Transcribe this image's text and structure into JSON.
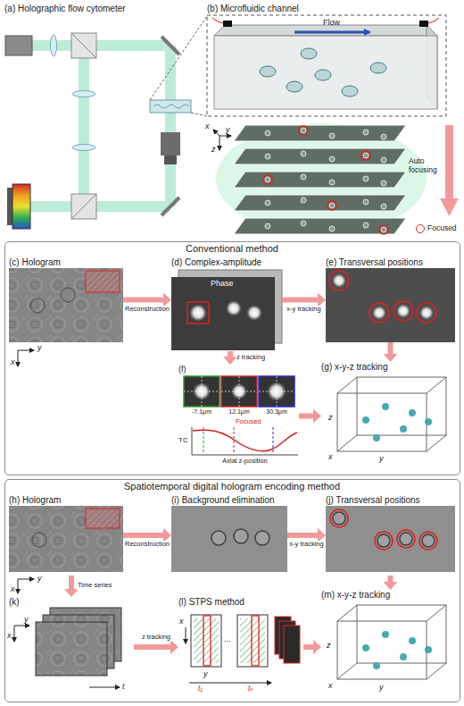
{
  "diagram": {
    "nodes": [
      {
        "text": [
          "(a) Holographic flow cytometer"
        ]
      },
      {
        "text": [
          "(b) Microfluidic channel"
        ]
      },
      {
        "text": [
          "Conventional method"
        ]
      },
      {
        "text": [
          "(c) Hologram"
        ],
        "in": 2
      },
      {
        "text": [
          "(d) Complex-amplitude",
          "Phase"
        ],
        "in": 2
      },
      {
        "text": [
          "(e) Transversal positions"
        ],
        "in": 2
      },
      {
        "text": [
          "(f)",
          "-7.1μm",
          "12.1μm",
          "30.3μm",
          "TC",
          "Focused",
          "Axial z-position"
        ],
        "in": 2
      },
      {
        "text": [
          "(g) x-y-z tracking"
        ],
        "in": 2
      },
      {
        "text": [
          "Spatiotemporal digital hologram encoding method"
        ]
      },
      {
        "text": [
          "(h) Hologram"
        ],
        "in": 8
      },
      {
        "text": [
          "(i) Background elimination"
        ],
        "in": 8
      },
      {
        "text": [
          "(j) Transversal positions"
        ],
        "in": 8
      },
      {
        "text": [
          "(k)"
        ],
        "in": 8
      },
      {
        "text": [
          "(l) STPS method"
        ],
        "in": 8
      },
      {
        "text": [
          "(m) x-y-z tracking"
        ],
        "in": 8
      }
    ],
    "edges": [
      {
        "from": 3,
        "to": 4,
        "label": "Reconstruction",
        "arrow": "to"
      },
      {
        "from": 4,
        "to": 5,
        "label": "x-y tracking",
        "arrow": "to"
      },
      {
        "from": 4,
        "to": 6,
        "label": "z tracking",
        "arrow": "to"
      },
      {
        "from": 5,
        "to": 7,
        "arrow": "to"
      },
      {
        "from": 6,
        "to": 7,
        "arrow": "to"
      },
      {
        "from": 9,
        "to": 10,
        "label": "Reconstruction",
        "arrow": "to"
      },
      {
        "from": 10,
        "to": 11,
        "label": "x-y tracking",
        "arrow": "to"
      },
      {
        "from": 9,
        "to": 12,
        "label": "Time series",
        "arrow": "to"
      },
      {
        "from": 12,
        "to": 13,
        "label": "z tracking",
        "arrow": "to"
      },
      {
        "from": 11,
        "to": 14,
        "arrow": "to"
      },
      {
        "from": 13,
        "to": 14,
        "arrow": "to"
      }
    ],
    "labels": [
      "Flow",
      "Auto focusing",
      "x",
      "y",
      "z",
      "x",
      "y",
      "z",
      "x",
      "y",
      "x",
      "y",
      "x",
      "y",
      "t",
      "x",
      "y",
      "t₁",
      "...",
      "tₙ",
      "z",
      "x",
      "y"
    ],
    "legend": [
      {
        "text": "Focused"
      }
    ]
  }
}
